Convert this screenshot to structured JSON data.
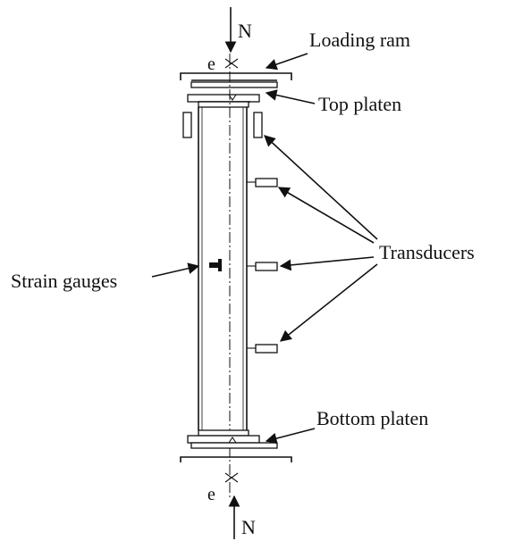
{
  "labels": {
    "n_top": "N",
    "n_bottom": "N",
    "e_top": "e",
    "e_bottom": "e",
    "loading_ram": "Loading ram",
    "top_platen": "Top platen",
    "transducers": "Transducers",
    "strain_gauges": "Strain gauges",
    "bottom_platen": "Bottom platen"
  }
}
